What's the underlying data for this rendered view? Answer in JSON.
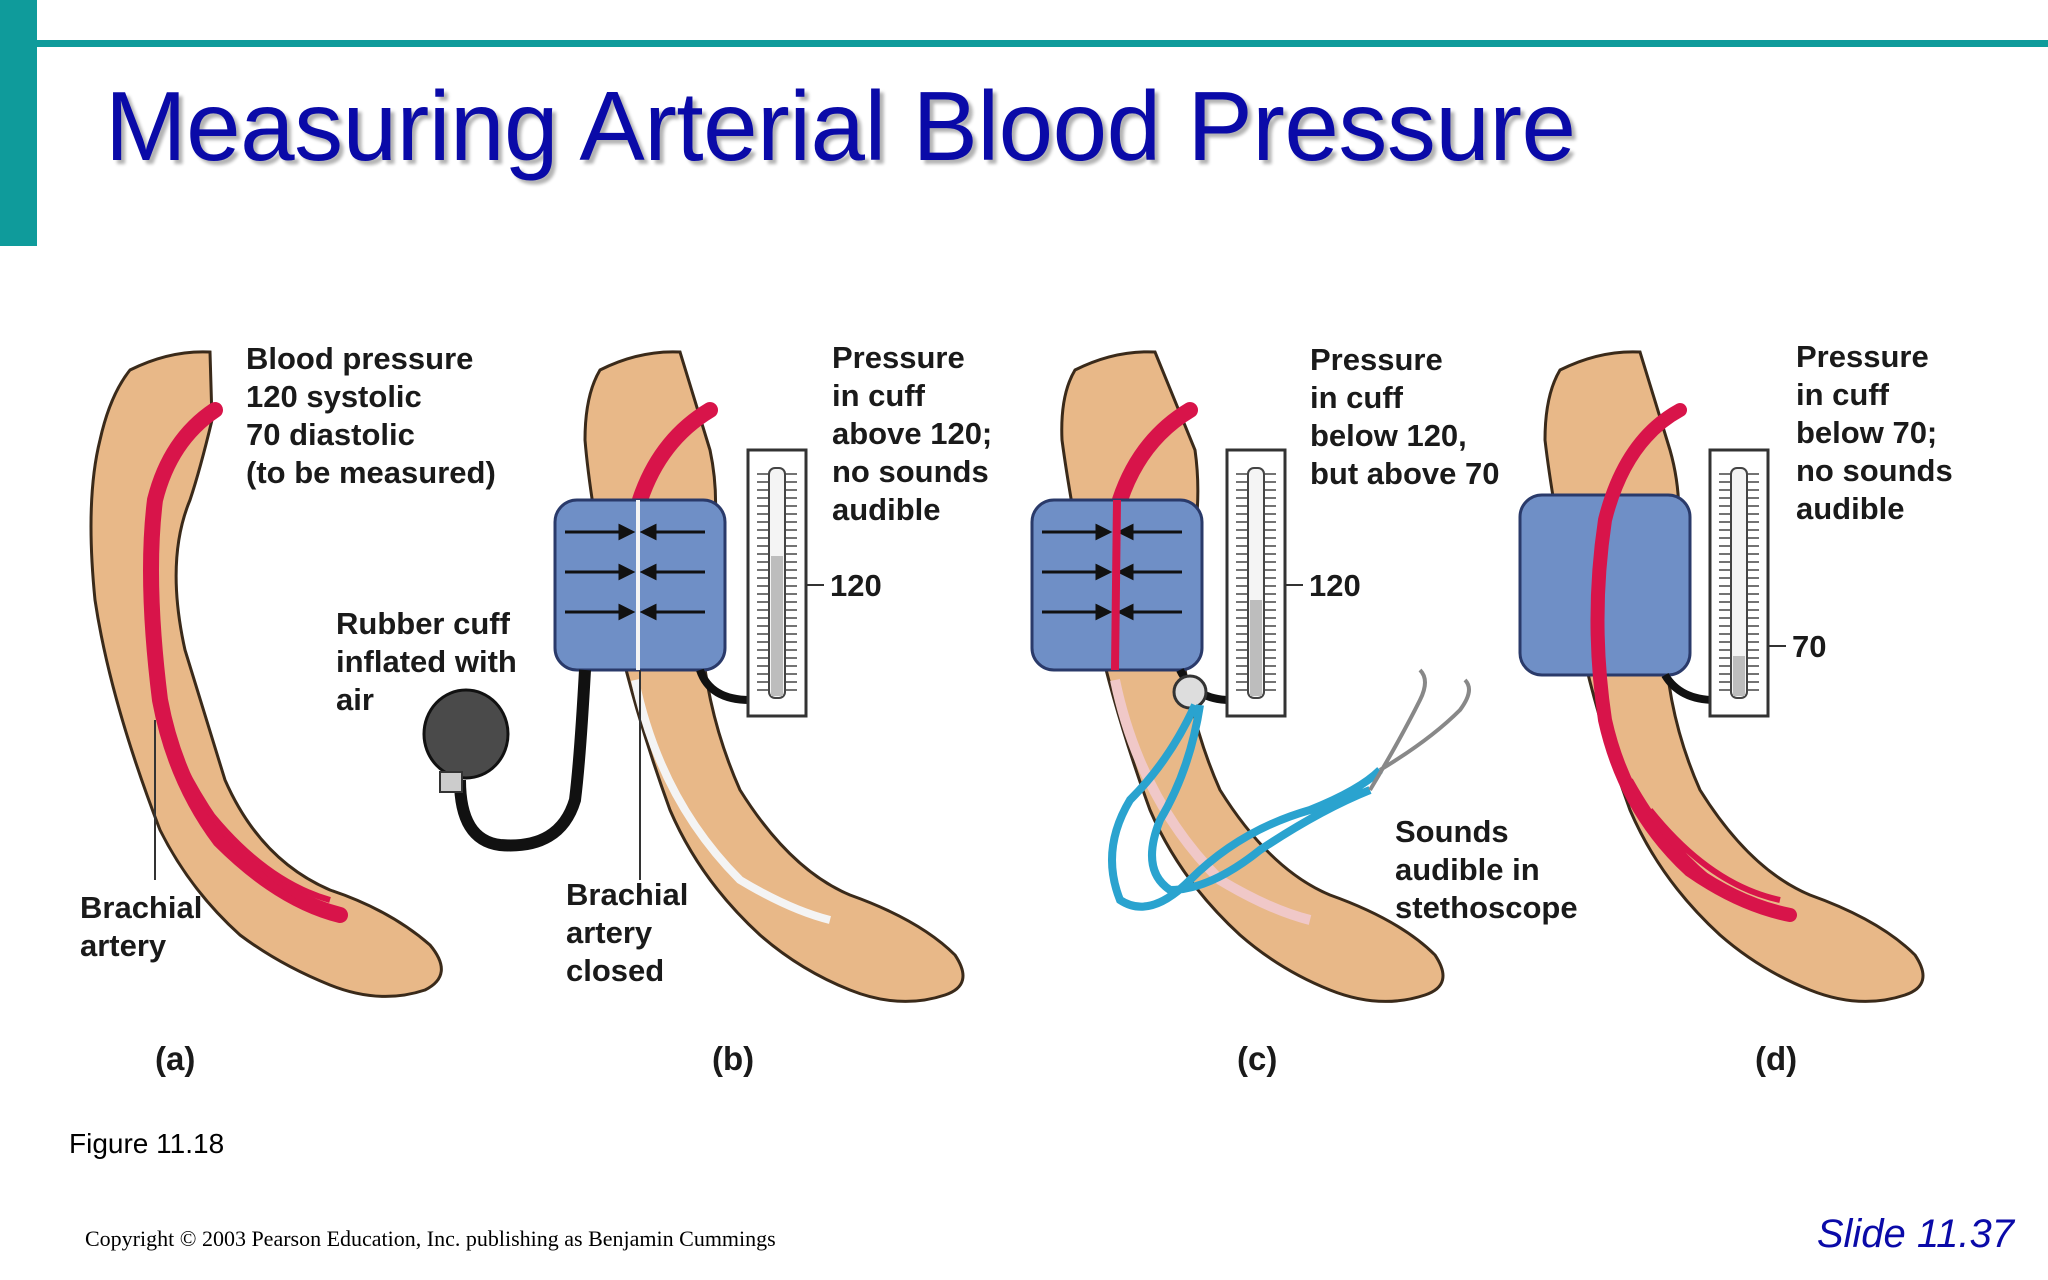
{
  "slide": {
    "title": "Measuring Arterial Blood Pressure",
    "figure_caption": "Figure 11.18",
    "copyright": "Copyright © 2003 Pearson Education, Inc. publishing as Benjamin Cummings",
    "slide_number": "Slide 11.37"
  },
  "colors": {
    "accent": "#0f9b9b",
    "title": "#0a0aa8",
    "skin": "#e8b888",
    "artery": "#d8144a",
    "cuff": "#6f8fc6",
    "stethoscope_tube": "#2aa3cf"
  },
  "panels": [
    {
      "tag": "(a)",
      "callout": [
        "Blood pressure",
        "120 systolic",
        "70 diastolic",
        "(to be measured)"
      ],
      "artery_label": [
        "Brachial",
        "artery"
      ]
    },
    {
      "tag": "(b)",
      "callout": [
        "Pressure",
        "in cuff",
        "above 120;",
        "no sounds",
        "audible"
      ],
      "cuff_label": [
        "Rubber cuff",
        "inflated with",
        "air"
      ],
      "artery_label": [
        "Brachial",
        "artery",
        "closed"
      ],
      "gauge_reading": "120"
    },
    {
      "tag": "(c)",
      "callout": [
        "Pressure",
        "in cuff",
        "below 120,",
        "but above 70"
      ],
      "sound_label": [
        "Sounds",
        "audible in",
        "stethoscope"
      ],
      "gauge_reading": "120"
    },
    {
      "tag": "(d)",
      "callout": [
        "Pressure",
        "in cuff",
        "below 70;",
        "no sounds",
        "audible"
      ],
      "gauge_reading": "70"
    }
  ]
}
